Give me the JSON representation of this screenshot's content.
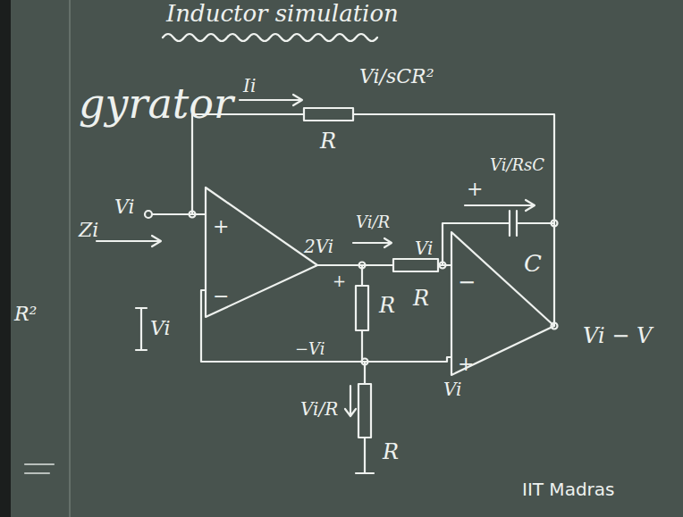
{
  "diagram": {
    "title": "Inductor simulation",
    "labels": [
      "gyrator",
      "Ii",
      "Vi/sCR²",
      "R",
      "Vi",
      "Zi",
      "+",
      "−",
      "2Vi",
      "Vi/R",
      "Vi",
      "+",
      "Vi/RsC",
      "C",
      "−",
      "+",
      "R",
      "R",
      "+",
      "−Vi",
      "Vi",
      "Vi",
      "Vi/R",
      "R",
      "Vi − V",
      "R²",
      "IIT Madras"
    ]
  }
}
